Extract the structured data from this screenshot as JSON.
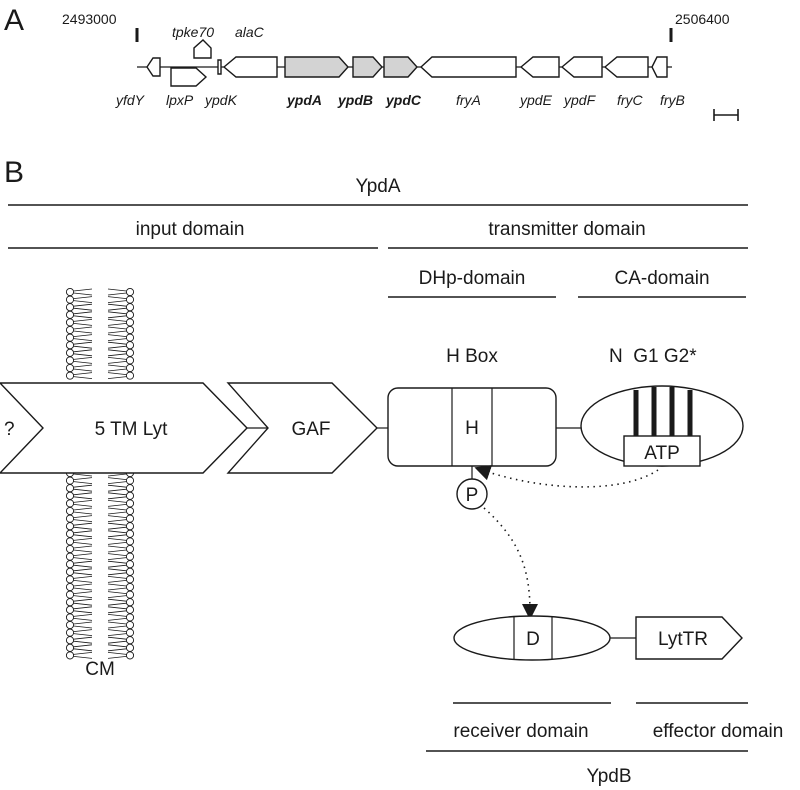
{
  "panel_a": {
    "label": "A",
    "coord_start": "2493000",
    "coord_end": "2506400",
    "genes_top": [
      "tpke70",
      "alaC"
    ],
    "genes_bottom": [
      "yfdY",
      "lpxP",
      "ypdK",
      "ypdA",
      "ypdB",
      "ypdC",
      "fryA",
      "ypdE",
      "ypdF",
      "fryC",
      "fryB"
    ],
    "highlighted_genes": [
      "ypdA",
      "ypdB",
      "ypdC"
    ],
    "highlight_color": "#d3d3d3"
  },
  "panel_b": {
    "label": "B",
    "ypda": "YpdA",
    "input_domain": "input domain",
    "transmitter_domain": "transmitter domain",
    "dhp_domain": "DHp-domain",
    "ca_domain": "CA-domain",
    "h_box": "H Box",
    "ca_motifs": "N  G1 G2*",
    "question": "?",
    "tm": "5 TM Lyt",
    "gaf": "GAF",
    "h": "H",
    "atp": "ATP",
    "phospho": "P",
    "d": "D",
    "lyttr": "LytTR",
    "cm": "CM",
    "receiver_domain": "receiver domain",
    "effector_domain": "effector domain",
    "ypdb": "YpdB"
  }
}
